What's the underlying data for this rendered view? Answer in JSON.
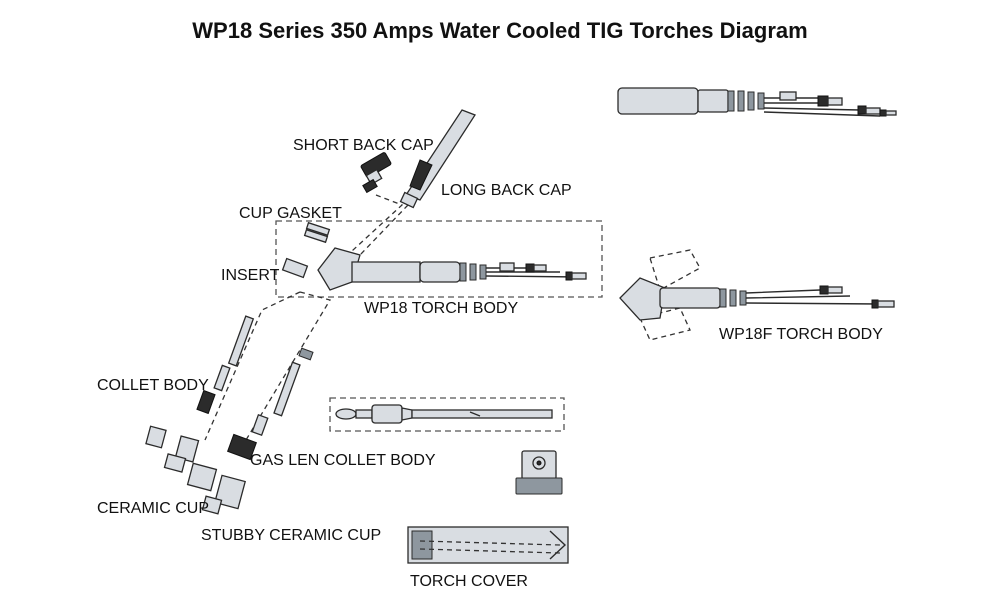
{
  "title": "WP18 Series 350 Amps Water Cooled TIG Torches Diagram",
  "labels": {
    "short_back_cap": "SHORT BACK CAP",
    "long_back_cap": "LONG BACK CAP",
    "cup_gasket": "CUP GASKET",
    "insert": "INSERT",
    "wp18_torch_body": "WP18 TORCH BODY",
    "wp18f_torch_body": "WP18F TORCH BODY",
    "collet_body": "COLLET BODY",
    "gas_len_collet_body": "GAS LEN COLLET BODY",
    "ceramic_cup": "CERAMIC CUP",
    "stubby_ceramic_cup": "STUBBY CERAMIC CUP",
    "torch_cover": "TORCH COVER"
  }
}
